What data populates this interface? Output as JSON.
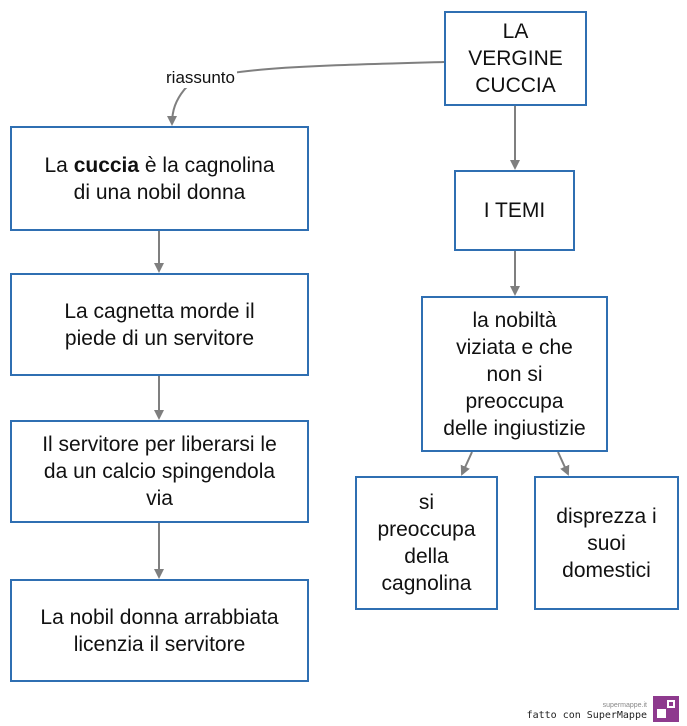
{
  "colors": {
    "node_border": "#2f6fb2",
    "edge": "#7f7f7f",
    "logo": "#8e3a8e"
  },
  "nodes": {
    "title": {
      "lines": [
        "LA",
        "VERGINE",
        "CUCCIA"
      ]
    },
    "themes": {
      "lines": [
        "I TEMI"
      ]
    },
    "nobility": {
      "lines": [
        "la nobiltà",
        "viziata e che",
        "non si",
        "preoccupa",
        "delle ingiustizie"
      ]
    },
    "cares_dog": {
      "lines": [
        "si",
        "preoccupa",
        "della",
        "cagnolina"
      ]
    },
    "despises": {
      "lines": [
        "disprezza i",
        "suoi",
        "domestici"
      ]
    },
    "step1": {
      "before": "La ",
      "bold": "cuccia",
      "after": " è la cagnolina",
      "line2": "di una nobil donna"
    },
    "step2": {
      "lines": [
        "La cagnetta morde il",
        "piede di un servitore"
      ]
    },
    "step3": {
      "lines": [
        "Il servitore per liberarsi le",
        "da un calcio spingendola",
        "via"
      ]
    },
    "step4": {
      "lines": [
        "La nobil donna arrabbiata",
        "licenzia il servitore"
      ]
    }
  },
  "edges": {
    "summary_label": "riassunto"
  },
  "footer": {
    "small": "supermappe.it",
    "main": "fatto con SuperMappe"
  }
}
